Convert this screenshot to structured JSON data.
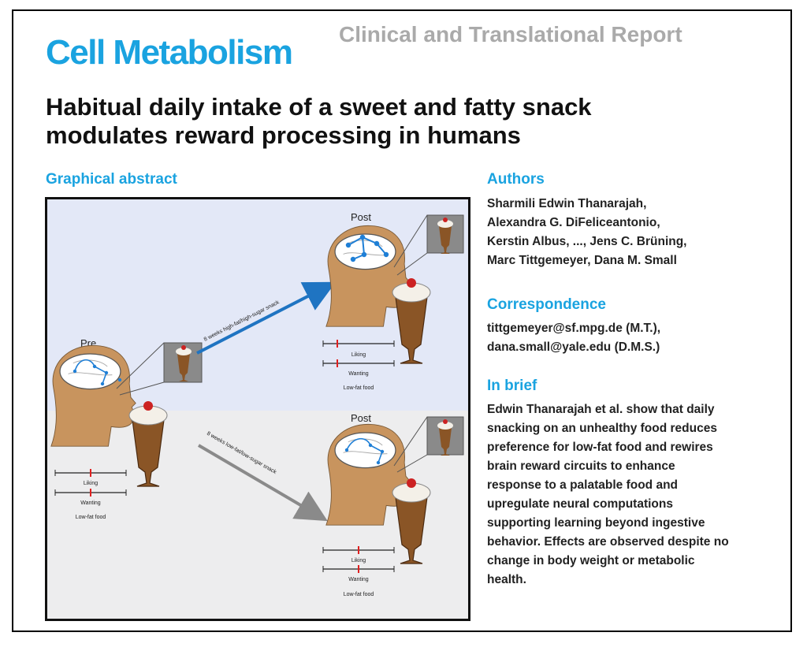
{
  "header": {
    "journal": "Cell Metabolism",
    "report_type": "Clinical and Translational Report"
  },
  "title_lines": [
    "Habitual daily intake of a sweet and fatty snack",
    "modulates reward processing in humans"
  ],
  "graphical_abstract": {
    "heading": "Graphical abstract",
    "pre_label": "Pre",
    "post_label_top": "Post",
    "post_label_bottom": "Post",
    "arrow_top_label": "8 weeks high-fat/high-sugar snack",
    "arrow_bottom_label": "8 weeks low-fat/low-sugar snack",
    "liking_label": "Liking",
    "wanting_label": "Wanting",
    "food_label": "Low-fat food",
    "colors": {
      "top_bg": "#e3e8f7",
      "bottom_bg": "#ededee",
      "head": "#c8945e",
      "brain_dot": "#1f7fd6",
      "arrow_top": "#1f74c2",
      "arrow_bottom": "#8a8a8a",
      "marker": "#e02020"
    }
  },
  "authors": {
    "heading": "Authors",
    "lines": [
      "Sharmili Edwin Thanarajah,",
      "Alexandra G. DiFeliceantonio,",
      "Kerstin Albus, ..., Jens C. Brüning,",
      "Marc Tittgemeyer, Dana M. Small"
    ]
  },
  "correspondence": {
    "heading": "Correspondence",
    "lines": [
      "tittgemeyer@sf.mpg.de (M.T.),",
      "dana.small@yale.edu (D.M.S.)"
    ]
  },
  "in_brief": {
    "heading": "In brief",
    "lines": [
      "Edwin Thanarajah et al. show that daily",
      "snacking on an unhealthy food reduces",
      "preference for low-fat food and rewires",
      "brain reward circuits to enhance",
      "response to a palatable food and",
      "upregulate neural computations",
      "supporting learning beyond ingestive",
      "behavior. Effects are observed despite no",
      "change in body weight or metabolic",
      "health."
    ]
  }
}
